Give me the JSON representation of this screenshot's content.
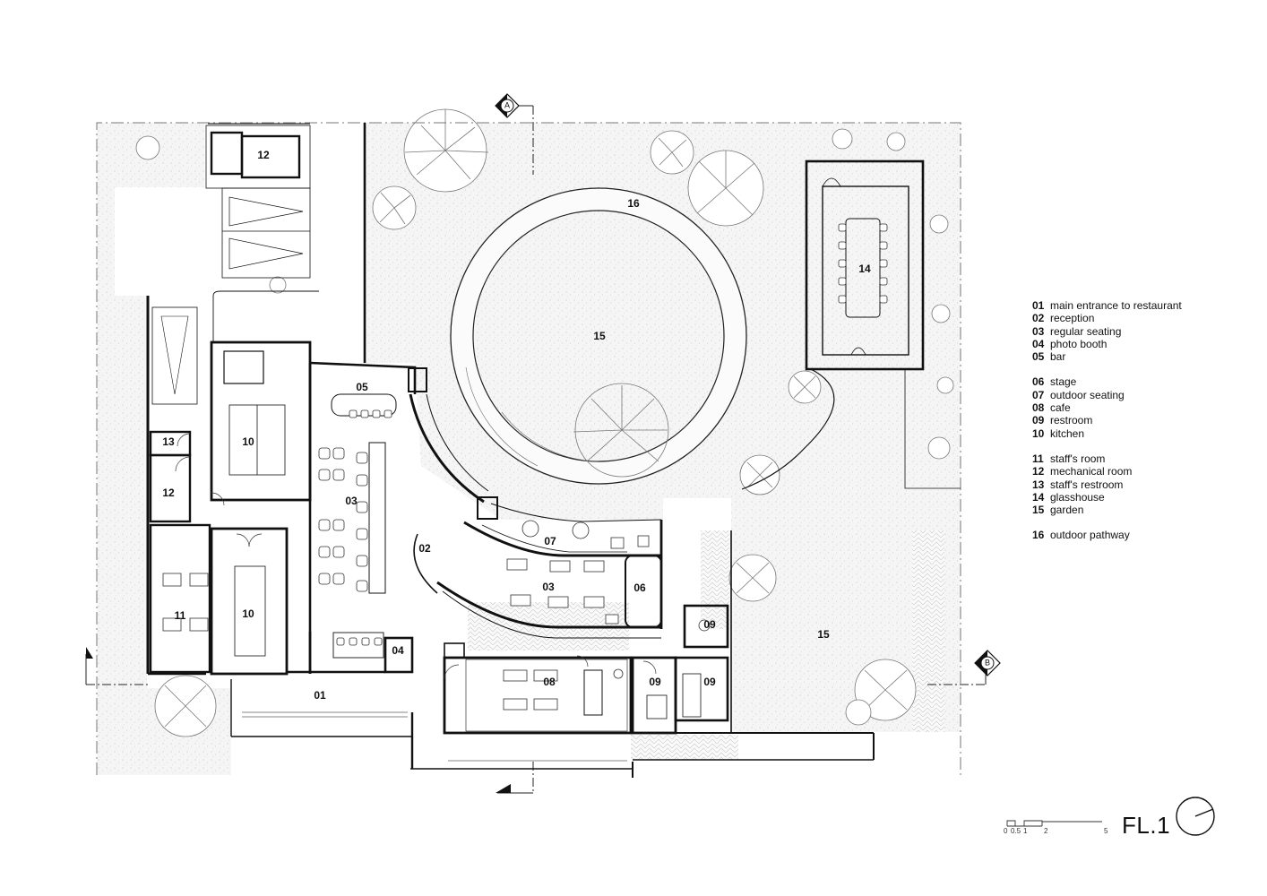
{
  "rooms": {
    "r01": "01",
    "r02": "02",
    "r03a": "03",
    "r03b": "03",
    "r04": "04",
    "r05": "05",
    "r06": "06",
    "r07": "07",
    "r08": "08",
    "r09a": "09",
    "r09b": "09",
    "r09c": "09",
    "r10a": "10",
    "r10b": "10",
    "r11": "11",
    "r12a": "12",
    "r12b": "12",
    "r13": "13",
    "r14": "14",
    "r15a": "15",
    "r15b": "15",
    "r16": "16"
  },
  "legend": [
    [
      {
        "num": "01",
        "text": "main entrance to restaurant"
      },
      {
        "num": "02",
        "text": "reception"
      },
      {
        "num": "03",
        "text": "regular seating"
      },
      {
        "num": "04",
        "text": "photo booth"
      },
      {
        "num": "05",
        "text": "bar"
      }
    ],
    [
      {
        "num": "06",
        "text": "stage"
      },
      {
        "num": "07",
        "text": "outdoor seating"
      },
      {
        "num": "08",
        "text": "cafe"
      },
      {
        "num": "09",
        "text": "restroom"
      },
      {
        "num": "10",
        "text": "kitchen"
      }
    ],
    [
      {
        "num": "11",
        "text": "staff's room"
      },
      {
        "num": "12",
        "text": "mechanical room"
      },
      {
        "num": "13",
        "text": "staff's restroom"
      },
      {
        "num": "14",
        "text": "glasshouse"
      },
      {
        "num": "15",
        "text": "garden"
      }
    ],
    [
      {
        "num": "16",
        "text": "outdoor pathway"
      }
    ]
  ],
  "sections": {
    "a": "A",
    "b": "B"
  },
  "scale": {
    "t0": "0",
    "t05": "0.5",
    "t1": "1",
    "t2": "2",
    "t5": "5"
  },
  "title": "FL.1",
  "colors": {
    "line": "#111111",
    "stipple": "#f4f4f4",
    "tree": "#777777"
  }
}
